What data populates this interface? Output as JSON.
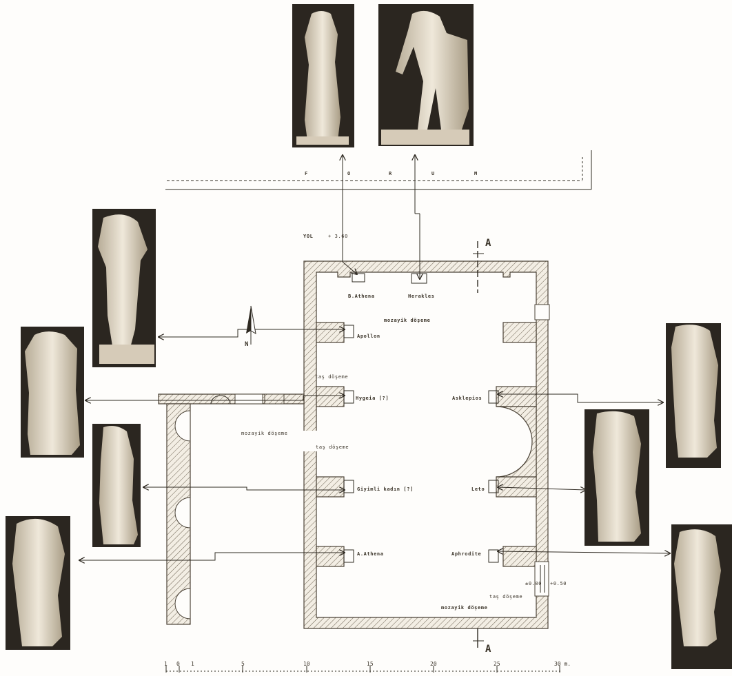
{
  "forum_label": [
    "F",
    "O",
    "R",
    "U",
    "M"
  ],
  "road_label": "YOL",
  "road_level": "+ 3.60",
  "statues": {
    "athena_top": "B.Athena",
    "herakles": "Herakles",
    "apollon": "Apollon",
    "hygeia": "Hygeia [?]",
    "dressed_woman": "Giyimli kadın [?]",
    "athena_bottom": "A.Athena",
    "asklepios": "Asklepios",
    "leto": "Leto",
    "aphrodite": "Aphrodite"
  },
  "floors": {
    "mosaic_1": "mozayik döşeme",
    "stone_1": "taş döşeme",
    "mosaic_2": "mozayik döşeme",
    "stone_2": "taş döşeme",
    "stone_3": "taş döşeme",
    "mosaic_3": "mozayik döşeme"
  },
  "levels": {
    "floor": "±0.00",
    "entry": "+0.50"
  },
  "section_marker": "A",
  "north_marker": "N",
  "scale": {
    "ticks": [
      "1",
      "0",
      "1",
      "5",
      "10",
      "15",
      "20",
      "25",
      "30 m."
    ]
  }
}
